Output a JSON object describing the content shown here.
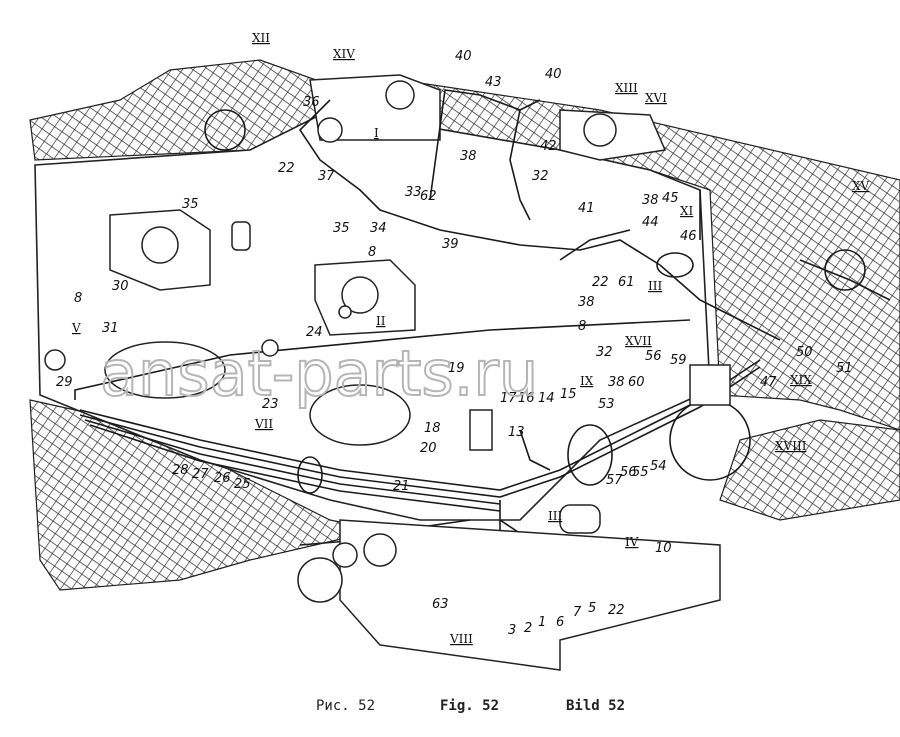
{
  "figure": {
    "captions": {
      "ru": "Рис. 52",
      "en": "Fig. 52",
      "de": "Bild 52"
    },
    "watermark": "ansat-parts.ru",
    "roman_labels": [
      "XII",
      "XIV",
      "I",
      "XIII",
      "XVI",
      "XV",
      "XI",
      "III",
      "II",
      "V",
      "XVII",
      "XIX",
      "IX",
      "XVIII",
      "VII",
      "VIII",
      "III",
      "IV"
    ],
    "number_labels": [
      "40",
      "43",
      "40",
      "38",
      "42",
      "22",
      "37",
      "33",
      "62",
      "32",
      "35",
      "34",
      "8",
      "39",
      "41",
      "38",
      "44",
      "45",
      "46",
      "22",
      "61",
      "30",
      "8",
      "24",
      "31",
      "29",
      "38",
      "8",
      "32",
      "56",
      "59",
      "50",
      "51",
      "47",
      "60",
      "53",
      "38",
      "23",
      "19",
      "17",
      "16",
      "14",
      "15",
      "13",
      "18",
      "20",
      "28",
      "27",
      "26",
      "25",
      "21",
      "57",
      "54",
      "55",
      "56",
      "63",
      "3",
      "2",
      "1",
      "6",
      "7",
      "5",
      "22",
      "10",
      "36",
      "35"
    ],
    "colors": {
      "line": "#1a1a1a",
      "hatch": "#333333",
      "paper": "#ffffff"
    }
  }
}
